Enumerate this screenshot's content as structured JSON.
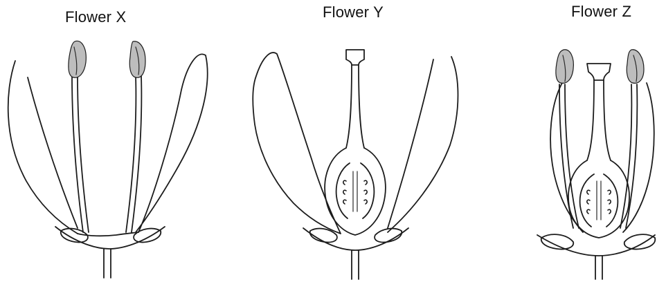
{
  "figure": {
    "flowers": [
      {
        "label": "Flower X",
        "has_stamens": true,
        "has_pistil": false
      },
      {
        "label": "Flower Y",
        "has_stamens": false,
        "has_pistil": true
      },
      {
        "label": "Flower Z",
        "has_stamens": true,
        "has_pistil": true
      }
    ],
    "ink_color": "#1c1c1c",
    "background": "#ffffff"
  }
}
